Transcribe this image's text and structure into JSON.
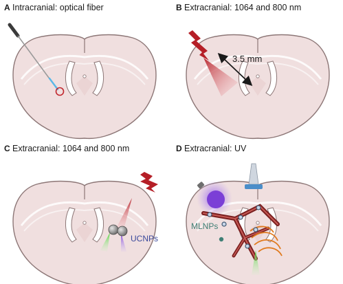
{
  "colors": {
    "brain_fill": "#f0dfdf",
    "brain_stroke": "#8c7676",
    "lightning": "#b51f27",
    "ucnp_label": "#3b4a9c",
    "mlnp_label": "#3f7f75",
    "fiber_tip": "#5ab8e8",
    "target_ring": "#c0262d",
    "uv_bulb": "#7b3fd6",
    "vessel": "#7a1f1f",
    "green_emission": "#4fd13a",
    "purple_emission": "#6a2bd6",
    "ultrasound_wave": "#e07a1e"
  },
  "panels": [
    {
      "letter": "A",
      "title": "Intracranial: optical fiber"
    },
    {
      "letter": "B",
      "title": "Extracranial: 1064 and 800 nm",
      "annotation": "3.5 mm"
    },
    {
      "letter": "C",
      "title": "Extracranial: 1064 and 800 nm",
      "annotation": "UCNPs"
    },
    {
      "letter": "D",
      "title": "Extracranial: UV",
      "annotation": "MLNPs"
    }
  ],
  "icons": {
    "fiber": "optical-fiber-icon",
    "laser": "lightning-icon",
    "bulb": "uv-bulb-icon",
    "transducer": "ultrasound-transducer-icon"
  }
}
